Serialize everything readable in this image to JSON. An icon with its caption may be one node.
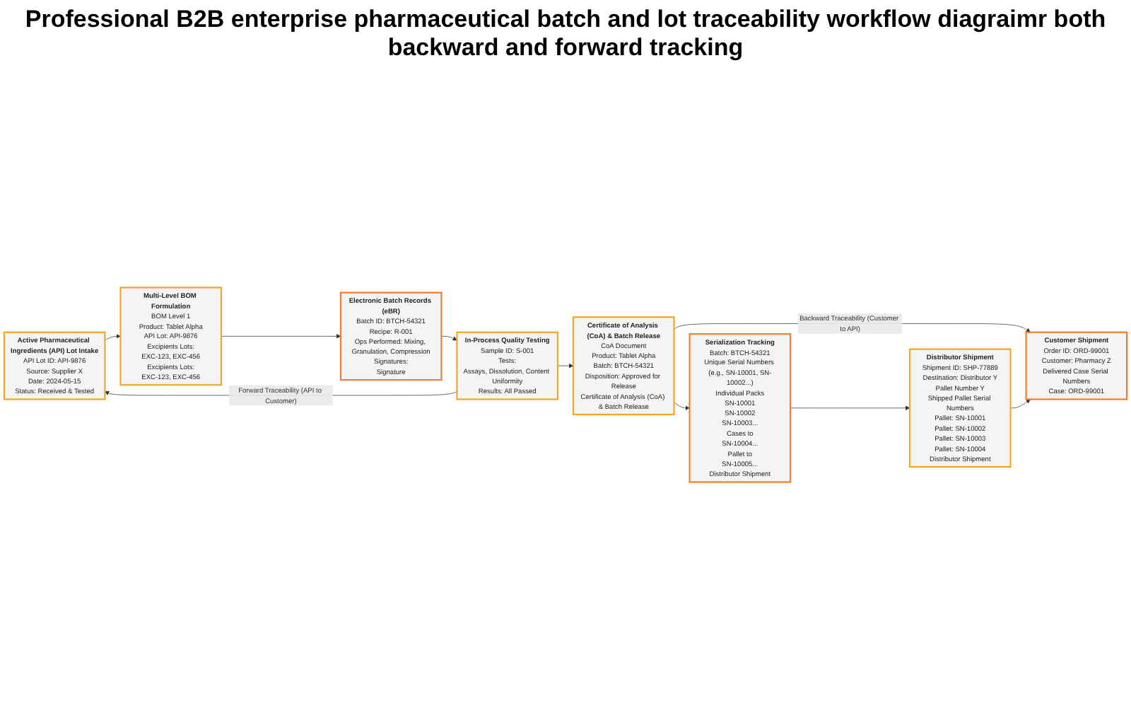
{
  "diagram": {
    "title": "Professional B2B enterprise pharmaceutical batch and lot traceability workflow diagraimr both backward and forward tracking",
    "nodes": [
      {
        "text": [
          "Active Pharmaceutical Ingredients (API) Lot Intake",
          "API Lot ID: API-9876",
          "Source: Supplier X",
          "Date: 2024-05-15",
          "Status: Received & Tested"
        ]
      },
      {
        "text": [
          "Multi-Level BOM Formulation",
          "BOM Level 1",
          "Product: Tablet Alpha",
          "API Lot: API-9876",
          "Excipients Lots:",
          "EXC-123, EXC-456",
          "Excipients Lots:",
          "EXC-123, EXC-456"
        ]
      },
      {
        "text": [
          "Electronic Batch Records (eBR)",
          "Batch ID: BTCH-54321",
          "Recipe: R-001",
          "Ops Performed: Mixing, Granulation, Compression",
          "Signatures:",
          "Signature"
        ]
      },
      {
        "text": [
          "In-Process Quality Testing",
          "Sample ID: S-001",
          "Tests:",
          "Assays, Dissolution, Content Uniformity",
          "Results: All Passed"
        ]
      },
      {
        "text": [
          "Certificate of Analysis (CoA) & Batch Release",
          "CoA Document",
          "Product: Tablet Alpha",
          "Batch: BTCH-54321",
          "Disposition: Approved for Release",
          "Certificate of Analysis (CoA) & Batch Release"
        ]
      },
      {
        "text": [
          "Serialization Tracking",
          "Batch: BTCH-54321",
          "Unique Serial Numbers (e.g., SN-10001, SN-10002...)",
          "Individual Packs",
          "SN-10001",
          "SN-10002",
          "SN-10003...",
          "Cases to",
          "SN-10004...",
          "Pallet to",
          "SN-10005...",
          "Distributor Shipment"
        ]
      },
      {
        "text": [
          "Distributor Shipment",
          "Shipment ID: SHP-77889",
          "Destination: Distributor Y",
          "Pallet Number Y",
          "Shipped Pallet Serial Numbers",
          "Pallet: SN-10001",
          "Pallet: SN-10002",
          "Pallet: SN-10003",
          "Pallet: SN-10004",
          "Distributor Shipment"
        ]
      },
      {
        "text": [
          "Customer Shipment",
          "Order ID: ORD-99001",
          "Customer: Pharmacy Z",
          "Delivered Case Serial Numbers",
          "Case: ORD-99001"
        ]
      }
    ],
    "edges": [
      {
        "from": 0,
        "to": 1,
        "arrow": "to"
      },
      {
        "from": 1,
        "to": 2,
        "arrow": "to"
      },
      {
        "from": 2,
        "to": 3,
        "arrow": "to"
      },
      {
        "from": 3,
        "to": 4,
        "arrow": "to"
      },
      {
        "from": 3,
        "to": 0,
        "arrow": "to",
        "label": "Forward Traceability (API to Customer)"
      },
      {
        "from": 4,
        "to": 7,
        "arrow": "to",
        "label": "Backward Traceability (Customer to API)"
      },
      {
        "from": 4,
        "to": 5,
        "arrow": "to"
      },
      {
        "from": 5,
        "to": 6,
        "arrow": "to"
      },
      {
        "from": 6,
        "to": 7,
        "arrow": "to"
      }
    ]
  }
}
